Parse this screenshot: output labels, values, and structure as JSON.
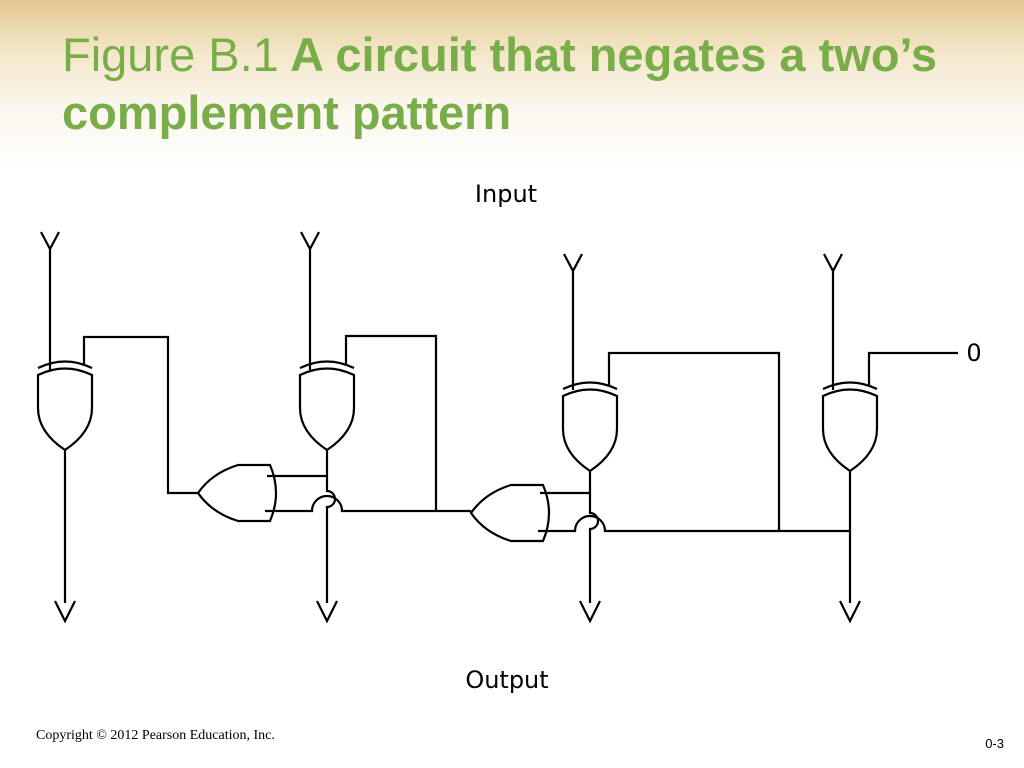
{
  "slide": {
    "figure_label": "Figure B.1",
    "caption": "A circuit that negates a two’s complement pattern"
  },
  "diagram": {
    "input_label": "Input",
    "output_label": "Output",
    "constant_input": "0"
  },
  "footer": {
    "copyright": "Copyright © 2012 Pearson Education, Inc.",
    "page_number": "0-3"
  },
  "colors": {
    "title": "#79ad4a",
    "line": "#000000",
    "band": "#e2c88f"
  }
}
